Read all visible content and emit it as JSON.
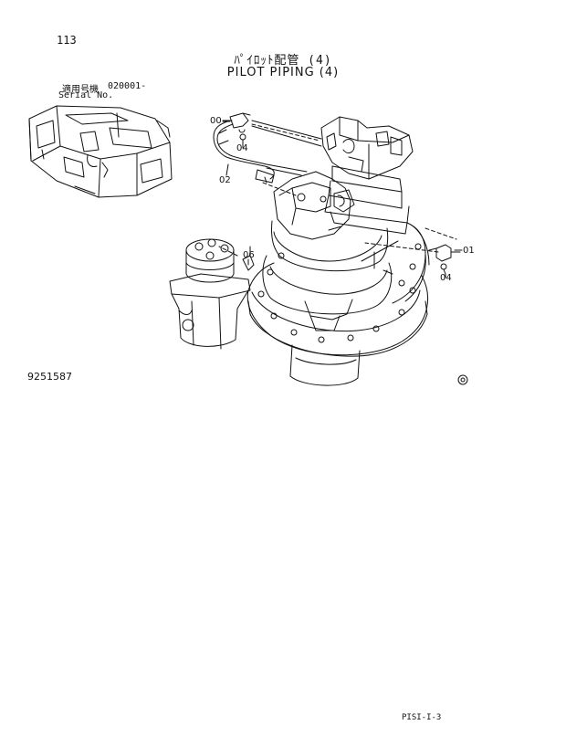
{
  "page": {
    "number": "113",
    "title_jp": "ﾊﾟｲﾛｯﾄ配管 (4)",
    "title_en": "PILOT PIPING (4)",
    "applicable_label_jp": "適用号機",
    "serial_value": "020001-",
    "serial_label": "Serial No.",
    "drawing_number": "9251587",
    "footer_code": "PISI-I-3"
  },
  "callouts": [
    "00",
    "04",
    "02",
    "06",
    "01",
    "04"
  ],
  "colors": {
    "ink": "#111111",
    "background": "#ffffff"
  }
}
